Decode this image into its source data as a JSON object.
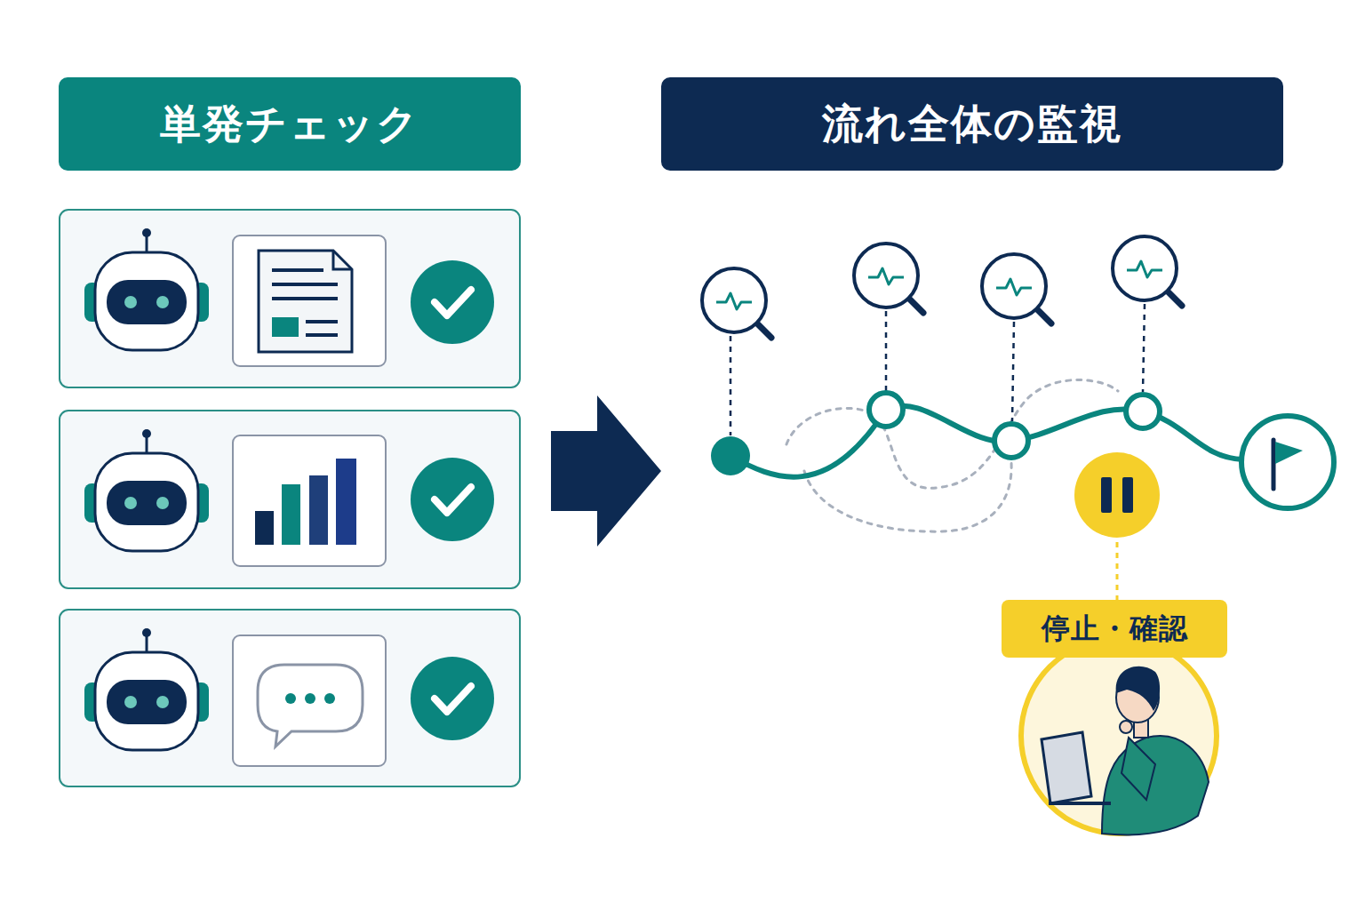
{
  "diagram": {
    "nodes": [
      {
        "text": [
          "単発チェック"
        ]
      },
      {
        "text": [
          "流れ全体の監視"
        ]
      },
      {
        "text": [
          "停止・確認"
        ],
        "in": 1
      }
    ],
    "edges": [
      {
        "from": 0,
        "to": 1,
        "arrow": "to"
      }
    ]
  }
}
